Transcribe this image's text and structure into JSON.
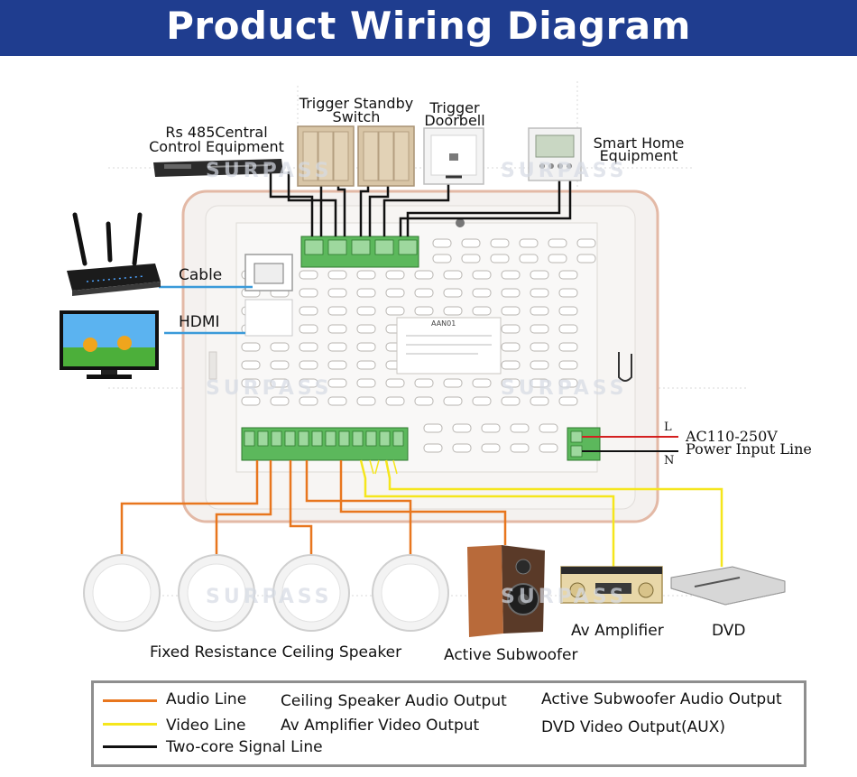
{
  "title": "Product Wiring Diagram",
  "labels": {
    "rs485_line1": "Rs 485Central",
    "rs485_line2": "Control Equipment",
    "trigger_standby_line1": "Trigger Standby",
    "trigger_standby_line2": "Switch",
    "trigger_doorbell_line1": "Trigger",
    "trigger_doorbell_line2": "Doorbell",
    "smart_home_line1": "Smart Home",
    "smart_home_line2": "Equipment",
    "cable": "Cable",
    "hdmi": "HDMI",
    "ac_voltage": "AC110-250V",
    "power_input": "Power Input Line",
    "live_mark": "L",
    "neutral_mark": "N",
    "ceiling_speaker": "Fixed Resistance Ceiling Speaker",
    "active_subwoofer": "Active Subwoofer",
    "av_amplifier": "Av Amplifier",
    "dvd": "DVD",
    "panel_model": "AAN01",
    "watermark": "SURPASS"
  },
  "legend": [
    {
      "line": "Audio Line",
      "color": "#e8761e",
      "col1": "Ceiling Speaker Audio Output",
      "col2": "Active Subwoofer Audio Output"
    },
    {
      "line": "Video Line",
      "color": "#f5e61c",
      "col1": "Av Amplifier Video Output",
      "col2": "DVD Video Output(AUX)"
    },
    {
      "line": "Two-core Signal Line",
      "color": "#111111",
      "col1": "",
      "col2": ""
    }
  ],
  "colors": {
    "banner": "#1f3d8f",
    "audio_line": "#e8761e",
    "video_line": "#f5e61c",
    "signal_line": "#111111",
    "network_line": "#3a9ad9",
    "live_wire": "#d42020",
    "neutral_wire": "#111111",
    "terminal": "#5cb85c"
  },
  "icons": [
    "router-icon",
    "tv-icon",
    "rs485-rack-icon",
    "wall-switch-icon",
    "doorbell-icon",
    "smart-thermostat-icon",
    "ceiling-speaker-icon",
    "subwoofer-icon",
    "av-amplifier-icon",
    "dvd-player-icon"
  ]
}
